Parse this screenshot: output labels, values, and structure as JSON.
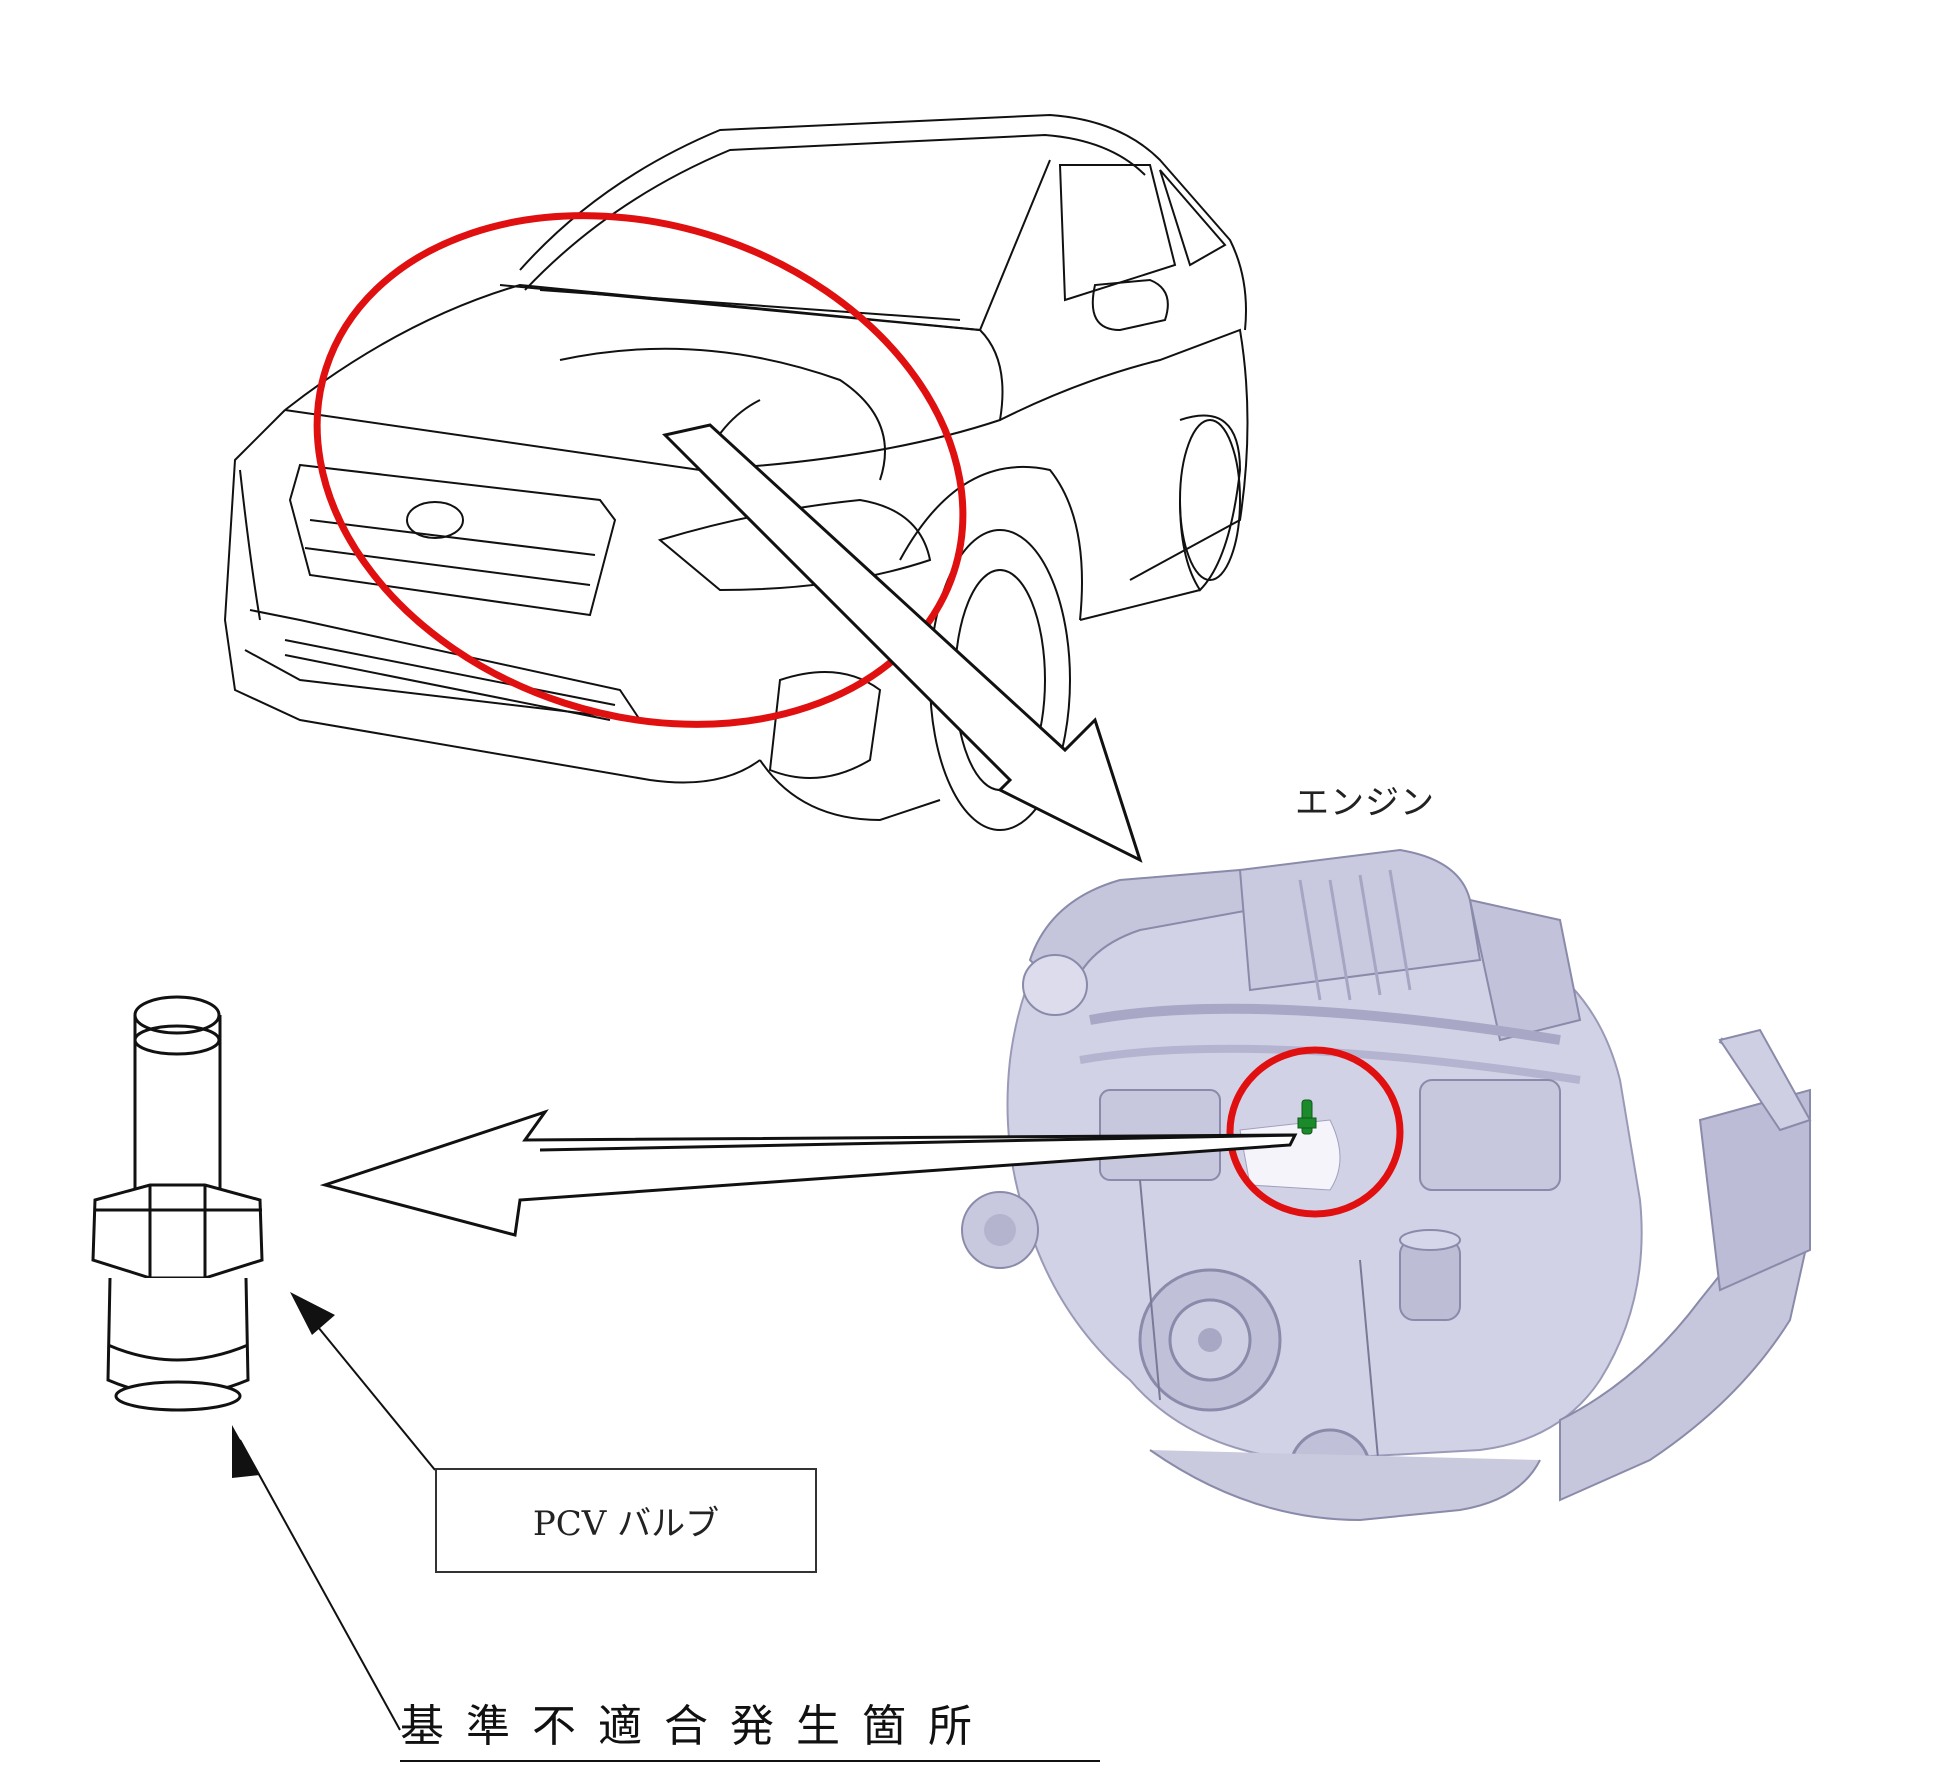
{
  "labels": {
    "engine": "エンジン",
    "part": "PCV バルブ",
    "defect_location": "基準不適合発生箇所"
  },
  "colors": {
    "highlight_circle": "#e01010",
    "engine_body": "#d2d2e6",
    "valve_marker": "#1a8a2a",
    "line_art": "#111111"
  },
  "icons": {
    "car": "car-line-drawing",
    "engine": "engine-render",
    "valve": "pcv-valve-drawing"
  }
}
